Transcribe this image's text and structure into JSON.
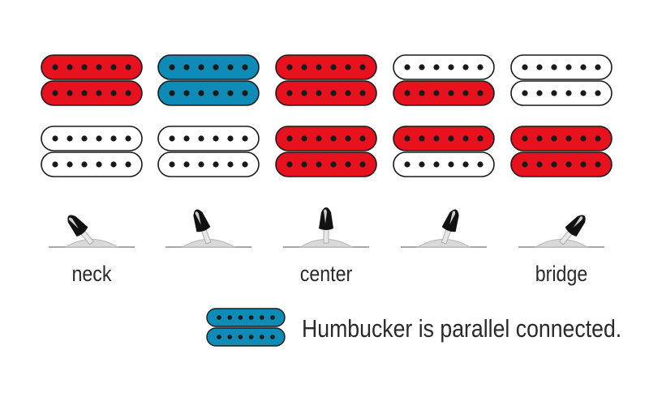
{
  "colors": {
    "red": "#e8121f",
    "blue": "#0f8bb7",
    "white": "#ffffff",
    "outline": "#1a1a1a",
    "pole": "#1a1a1a",
    "switch_tip": "#111111",
    "switch_base": "#d9d9d9"
  },
  "positions": [
    {
      "label": "neck",
      "coil_colors": [
        [
          "red",
          "red"
        ],
        [
          "white",
          "white"
        ]
      ],
      "lever_angle": -40
    },
    {
      "label": "",
      "coil_colors": [
        [
          "blue",
          "blue"
        ],
        [
          "white",
          "white"
        ]
      ],
      "lever_angle": -20
    },
    {
      "label": "center",
      "coil_colors": [
        [
          "red",
          "red"
        ],
        [
          "red",
          "red"
        ]
      ],
      "lever_angle": 0
    },
    {
      "label": "",
      "coil_colors": [
        [
          "white",
          "red"
        ],
        [
          "red",
          "white"
        ]
      ],
      "lever_angle": 20
    },
    {
      "label": "bridge",
      "coil_colors": [
        [
          "white",
          "white"
        ],
        [
          "red",
          "red"
        ]
      ],
      "lever_angle": 40
    }
  ],
  "legend": {
    "coil_colors": [
      "blue",
      "blue"
    ],
    "text": "Humbucker is parallel connected."
  }
}
